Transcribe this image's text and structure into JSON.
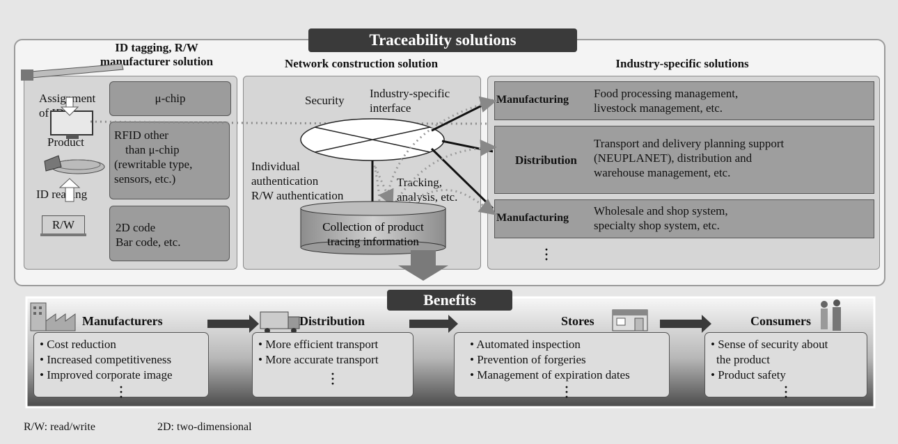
{
  "top_title": "Traceability solutions",
  "left": {
    "head": "ID tagging, R/W manufacturer solution",
    "head_line1": "ID tagging, R/W",
    "head_line2": "manufacturer solution",
    "assign_line1": "Assignment",
    "assign_line2": "of ID",
    "product": "Product",
    "id_reading": "ID reading",
    "rw": "R/W",
    "box1": "μ-chip",
    "box2_lines": [
      "RFID other",
      "than μ-chip",
      "(rewritable type,",
      "sensors, etc.)"
    ],
    "box3_lines": [
      "2D code",
      "Bar code, etc."
    ]
  },
  "middle": {
    "head": "Network construction solution",
    "security": "Security",
    "industry_interface_line1": "Industry-specific",
    "industry_interface_line2": "interface",
    "individual_line1": "Individual",
    "individual_line2": "authentication",
    "rw_auth": "R/W authentication",
    "tracking_line1": "Tracking,",
    "tracking_line2": "analysis, etc.",
    "db_line1": "Collection of product",
    "db_line2": "tracing information"
  },
  "right": {
    "head": "Industry-specific solutions",
    "rows": [
      {
        "label": "Manufacturing",
        "desc_lines": [
          "Food processing management,",
          "livestock management, etc."
        ]
      },
      {
        "label": "Distribution",
        "desc_lines": [
          "Transport and delivery planning support",
          "(NEUPLANET), distribution and",
          "warehouse management, etc."
        ]
      },
      {
        "label": "Manufacturing",
        "desc_lines": [
          "Wholesale and shop system,",
          "specialty shop system, etc."
        ]
      }
    ]
  },
  "benefits_title": "Benefits",
  "benefits": [
    {
      "head": "Manufacturers",
      "items": [
        "• Cost reduction",
        "• Increased competitiveness",
        "• Improved corporate image"
      ]
    },
    {
      "head": "Distribution",
      "items": [
        "• More efficient transport",
        "• More accurate transport"
      ]
    },
    {
      "head": "Stores",
      "items": [
        "• Automated inspection",
        "• Prevention of forgeries",
        "• Management of expiration dates"
      ]
    },
    {
      "head": "Consumers",
      "items": [
        "• Sense of security about",
        "  the product",
        "• Product safety"
      ]
    }
  ],
  "footnote_rw": "R/W: read/write",
  "footnote_2d": "2D: two-dimensional",
  "colors": {
    "dark": "#3a3a3a",
    "panel": "#d6d6d6",
    "box": "#9c9c9c",
    "background": "#e6e6e6"
  }
}
